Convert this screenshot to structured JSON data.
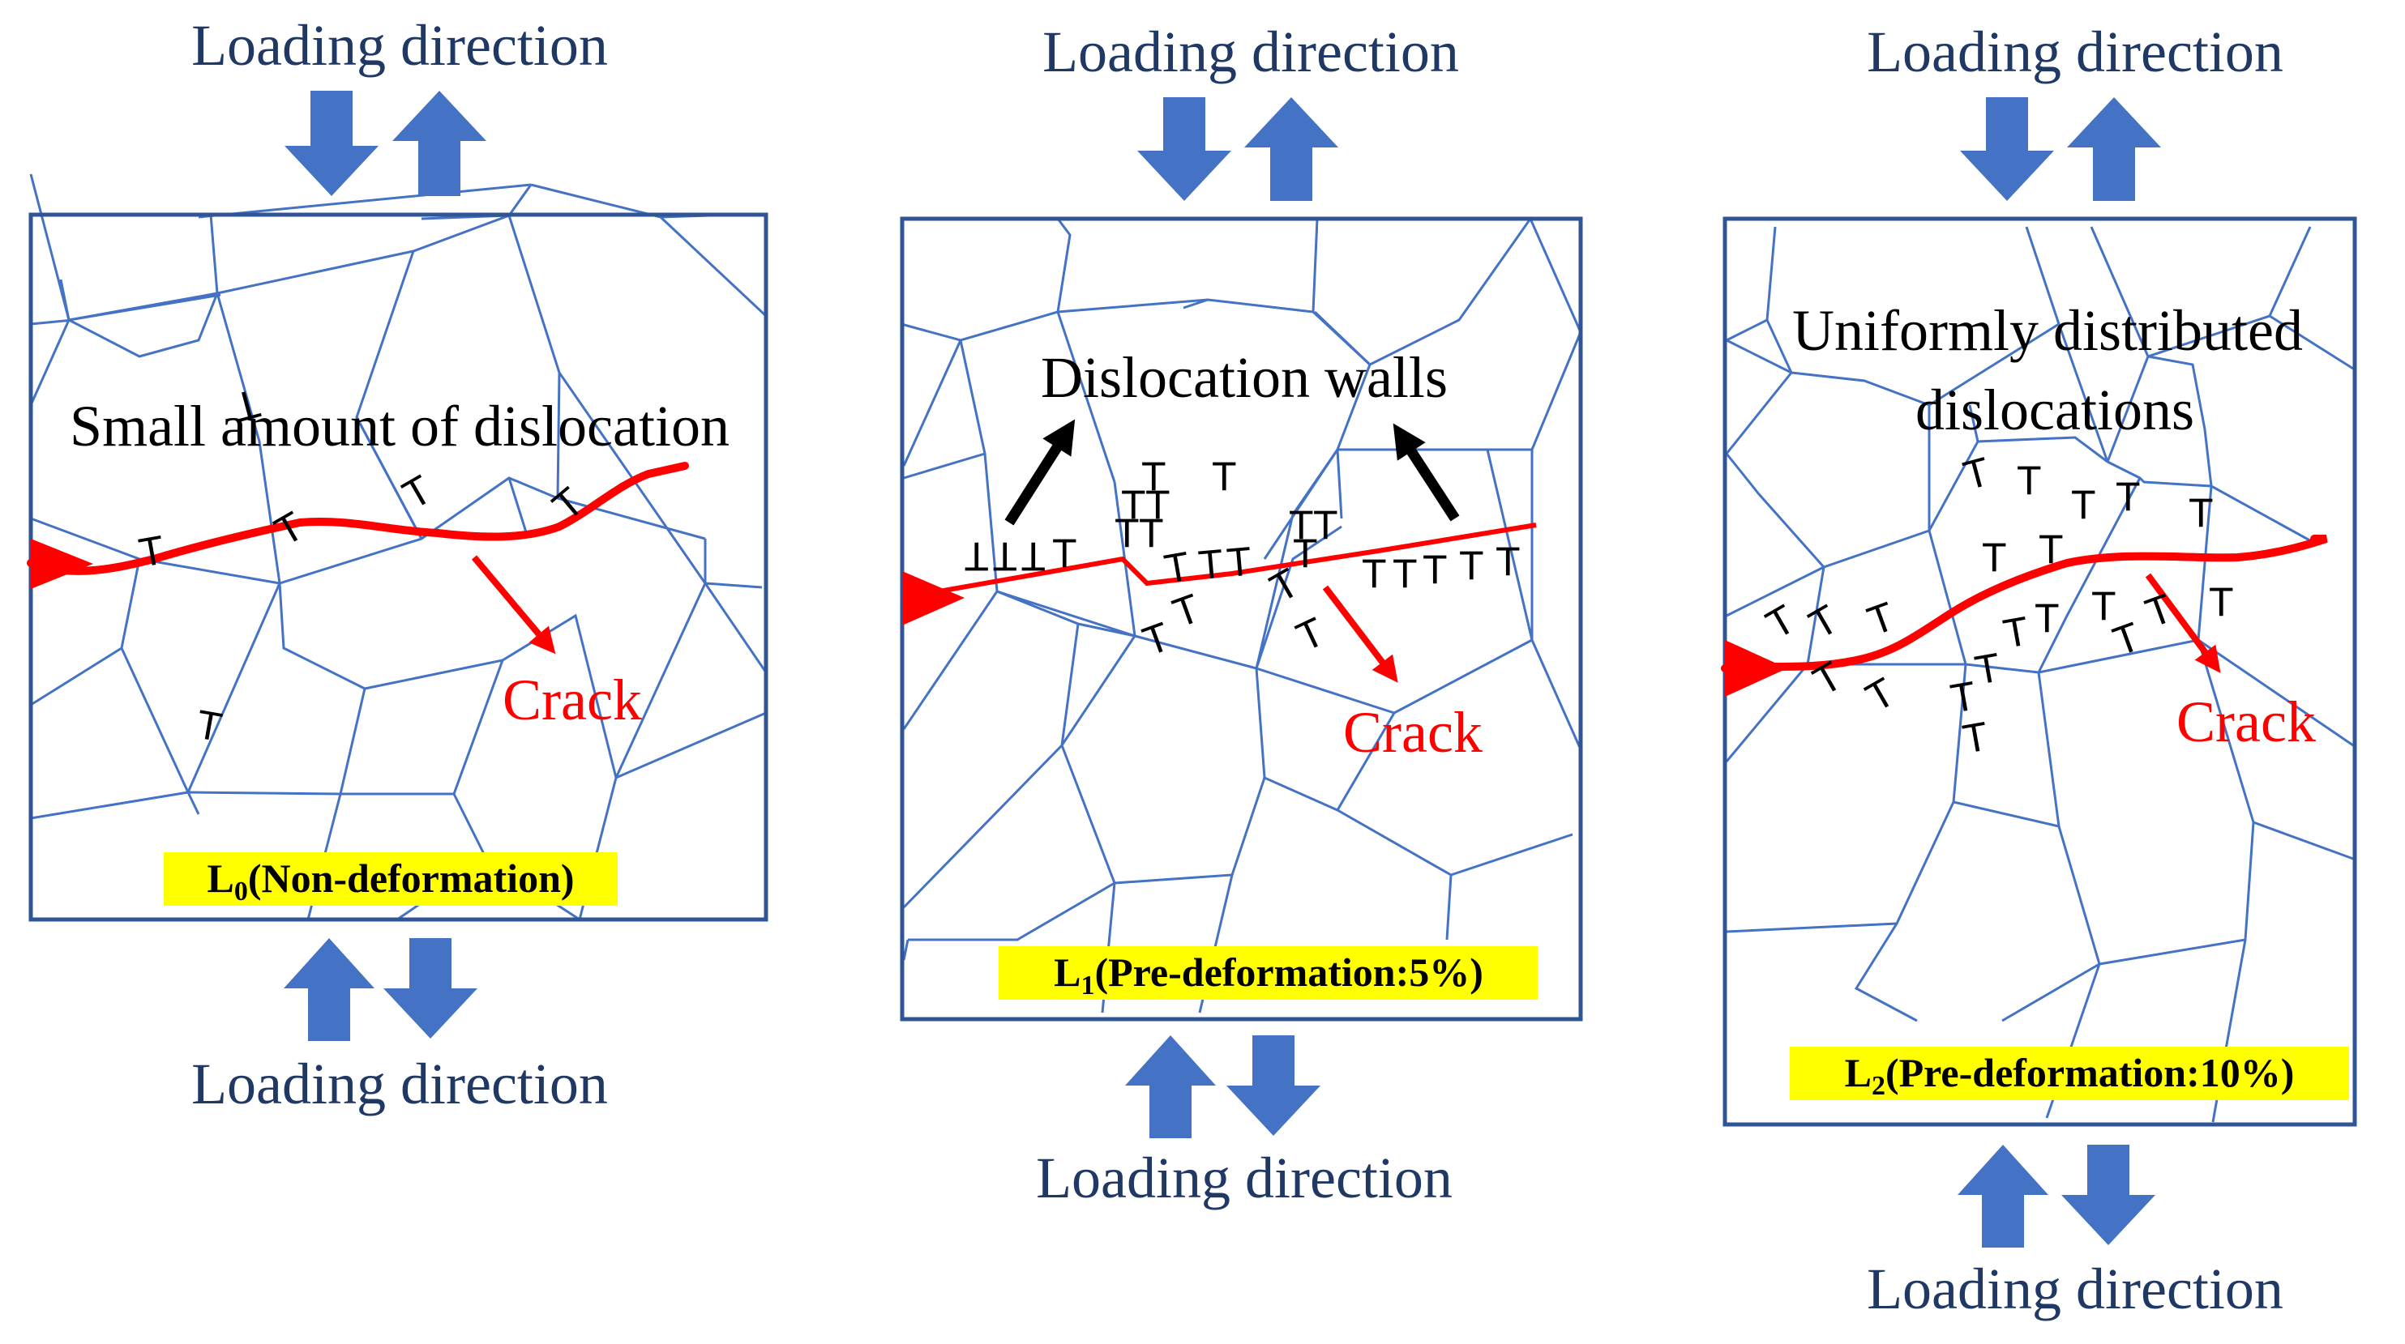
{
  "colors": {
    "arrow": "#4472c4",
    "grain": "#4472c4",
    "frame": "#2f5597",
    "crack": "#ff0000",
    "highlight": "#ffff00",
    "text_blue": "#1f3864",
    "text_black": "#000000"
  },
  "panels": [
    {
      "top_label": "Loading direction",
      "bottom_label": "Loading direction",
      "annotation_lines": [
        "Small amount of dislocation"
      ],
      "crack_label": "Crack",
      "condition": {
        "main": "L",
        "sub": "0",
        "rest": "(Non-deformation)"
      }
    },
    {
      "top_label": "Loading direction",
      "bottom_label": "Loading direction",
      "annotation_lines": [
        "Dislocation walls"
      ],
      "crack_label": "Crack",
      "condition": {
        "main": "L",
        "sub": "1",
        "rest": "(Pre-deformation:5%)"
      }
    },
    {
      "top_label": "Loading direction",
      "bottom_label": "Loading direction",
      "annotation_lines": [
        "Uniformly distributed",
        "dislocations"
      ],
      "crack_label": "Crack",
      "condition": {
        "main": "L",
        "sub": "2",
        "rest": "(Pre-deformation:10%)"
      }
    }
  ],
  "dislocation_symbol": "T"
}
